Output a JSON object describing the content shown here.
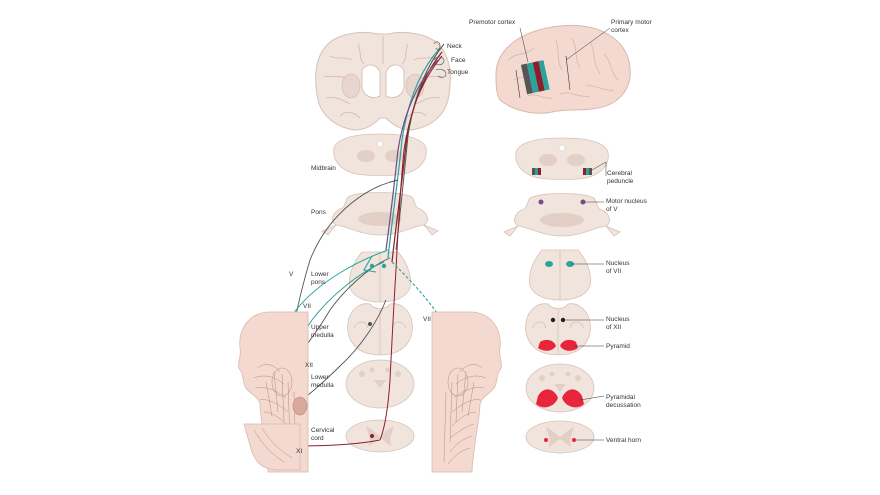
{
  "colors": {
    "tissue": "#f1e4dc",
    "tissue_edge": "#d6c2b8",
    "gray_matter": "#e2cfc6",
    "teal": "#2aa39b",
    "dark_red": "#8c1f2b",
    "purple": "#6e4d8c",
    "gray_tract": "#555555",
    "pyramid_red": "#e8253a",
    "brain_pink": "#f3d9cf"
  },
  "left_diagram": {
    "body_labels": {
      "neck": "Neck",
      "face": "Face",
      "tongue": "Tongue"
    },
    "levels": [
      {
        "id": "midbrain",
        "label": "Midbrain"
      },
      {
        "id": "pons",
        "label": "Pons"
      },
      {
        "id": "lower_pons",
        "label": "Lower\npons"
      },
      {
        "id": "upper_medulla",
        "label": "Upper\nmedulla"
      },
      {
        "id": "lower_medulla",
        "label": "Lower\nmedulla"
      },
      {
        "id": "cervical_cord",
        "label": "Cervical\ncord"
      }
    ],
    "nerve_labels": {
      "v": "V",
      "vii_left": "VII",
      "vii_right": "VII",
      "xii": "XII",
      "xi": "XI"
    }
  },
  "right_diagram": {
    "brain_labels": {
      "premotor": "Premotor cortex",
      "primary_motor": "Primary motor\ncortex"
    },
    "structure_labels": [
      {
        "id": "cerebral_peduncle",
        "label": "Cerebral\npeduncle"
      },
      {
        "id": "motor_nucleus_v",
        "label": "Motor nucleus\nof V"
      },
      {
        "id": "nucleus_vii",
        "label": "Nucleus\nof VII"
      },
      {
        "id": "nucleus_xii",
        "label": "Nucleus\nof XII"
      },
      {
        "id": "pyramid",
        "label": "Pyramid"
      },
      {
        "id": "pyramidal_decussation",
        "label": "Pyramidal\ndecussation"
      },
      {
        "id": "ventral_horn",
        "label": "Ventral horn"
      }
    ]
  }
}
